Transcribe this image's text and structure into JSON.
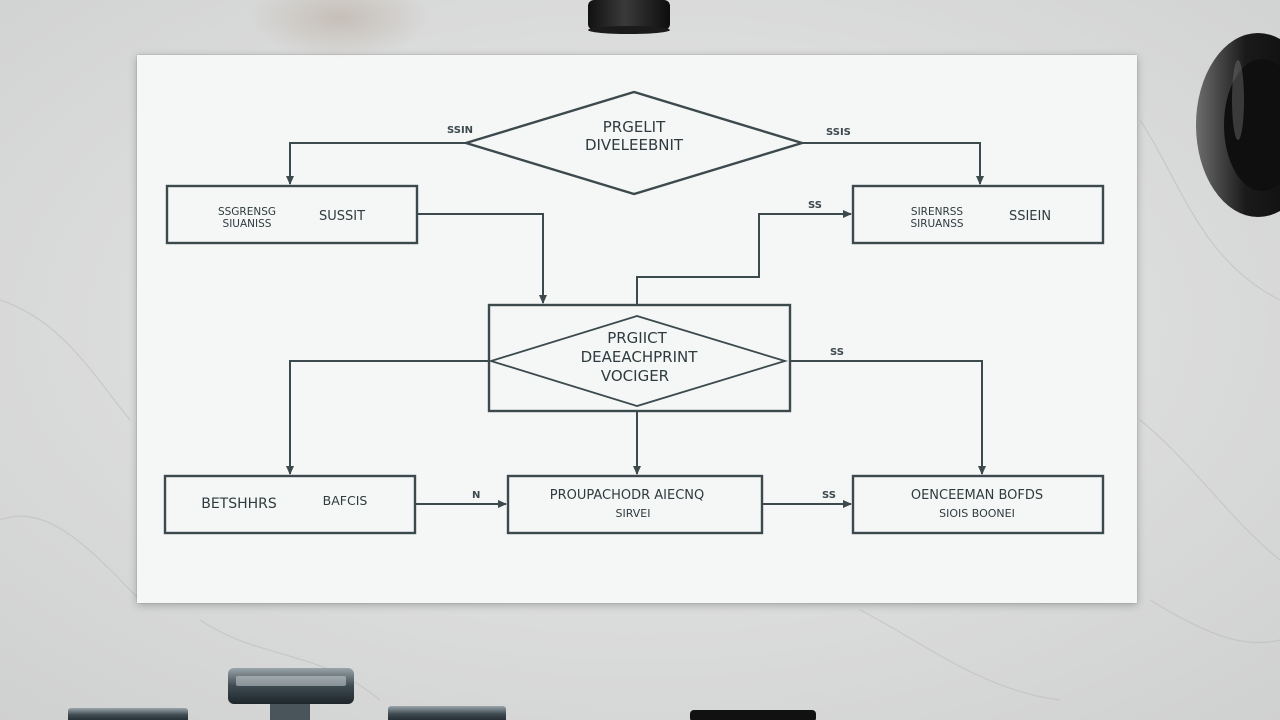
{
  "diagram": {
    "top_decision": {
      "lines": [
        "PRGELIT",
        "DIVELEEBNIT"
      ]
    },
    "left_box": {
      "left_lines": [
        "SSGRENSG",
        "SIUANISS"
      ],
      "right_lines": [
        "SUSSIT"
      ]
    },
    "right_box": {
      "left_lines": [
        "SIRENRSS",
        "SIRUANSS"
      ],
      "right_lines": [
        "SSIEIN"
      ]
    },
    "center_box": {
      "lines": [
        "PRGIICT",
        "DEAEACHPRINT",
        "VOCIGER"
      ]
    },
    "bottom_left_box": {
      "left_lines": [
        "BETSHHRS"
      ],
      "right_lines": [
        "BAFCIS"
      ]
    },
    "bottom_center_box": {
      "lines": [
        "PROUPACHODR AIECNQ",
        "SIRVEI"
      ]
    },
    "bottom_right_box": {
      "lines": [
        "OENCEEMAN BOFDS",
        "SIOIS BOONEI"
      ]
    },
    "edge_labels": {
      "top_left": "SSIN",
      "top_right": "SSIS",
      "right_upper": "SS",
      "right_mid": "SS",
      "bottom_left": "N",
      "bottom_right": "SS"
    }
  }
}
